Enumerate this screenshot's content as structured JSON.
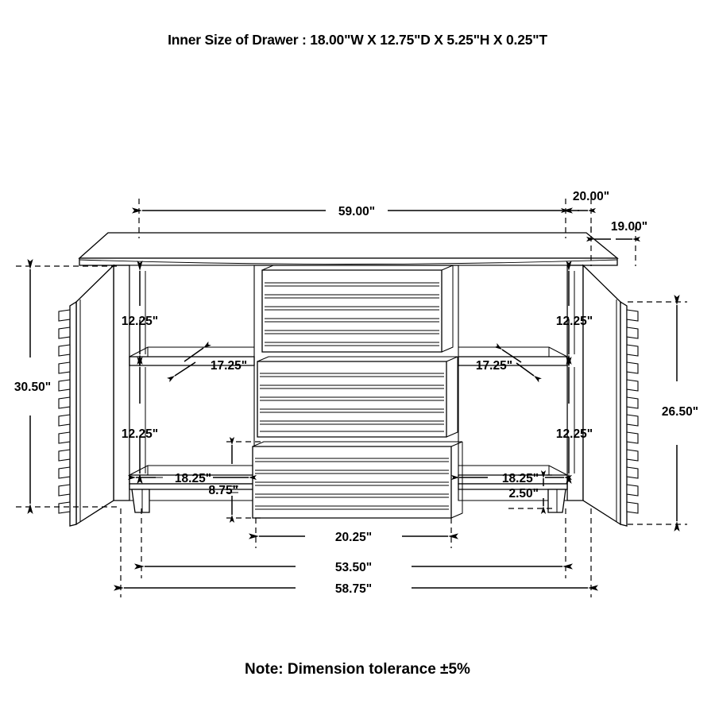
{
  "header": {
    "title": "Inner Size of Drawer  : 18.00\"W X 12.75\"D X 5.25\"H X 0.25\"T"
  },
  "footer": {
    "note": "Note: Dimension tolerance ±5%"
  },
  "colors": {
    "line": "#000000",
    "background": "#ffffff",
    "fill": "#ffffff"
  },
  "drawing": {
    "subject": "sideboard-cabinet-front-elevation",
    "dimensions": {
      "top_width": "59.00\"",
      "top_right_overhang": "20.00\"",
      "door_depth": "19.00\"",
      "overall_height_left": "30.50\"",
      "side_panel_height_right": "26.50\"",
      "upper_compartment_height_left": "12.25\"",
      "lower_compartment_height_left": "12.25\"",
      "upper_compartment_height_right": "12.25\"",
      "lower_compartment_height_right": "12.25\"",
      "shelf_depth_left": "17.25\"",
      "shelf_depth_right": "17.25\"",
      "shelf_width_left": "18.25\"",
      "shelf_width_right": "18.25\"",
      "bottom_drawer_height": "8.75\"",
      "toe_kick_height": "2.50\"",
      "drawer_width": "20.25\"",
      "body_width": "53.50\"",
      "overall_width": "58.75\""
    },
    "labels": [
      {
        "id": "dim-59",
        "value": "59.00\""
      },
      {
        "id": "dim-20",
        "value": "20.00\""
      },
      {
        "id": "dim-19",
        "value": "19.00\""
      },
      {
        "id": "dim-30-50",
        "value": "30.50\""
      },
      {
        "id": "dim-26-50",
        "value": "26.50\""
      },
      {
        "id": "dim-12-25-upper-left",
        "value": "12.25\""
      },
      {
        "id": "dim-12-25-lower-left",
        "value": "12.25\""
      },
      {
        "id": "dim-12-25-upper-right",
        "value": "12.25\""
      },
      {
        "id": "dim-12-25-lower-right",
        "value": "12.25\""
      },
      {
        "id": "dim-17-25-left",
        "value": "17.25\""
      },
      {
        "id": "dim-17-25-right",
        "value": "17.25\""
      },
      {
        "id": "dim-18-25-left",
        "value": "18.25\""
      },
      {
        "id": "dim-18-25-right",
        "value": "18.25\""
      },
      {
        "id": "dim-8-75",
        "value": "8.75\""
      },
      {
        "id": "dim-2-50",
        "value": "2.50\""
      },
      {
        "id": "dim-20-25",
        "value": "20.25\""
      },
      {
        "id": "dim-53-50",
        "value": "53.50\""
      },
      {
        "id": "dim-58-75",
        "value": "58.75\""
      }
    ]
  }
}
